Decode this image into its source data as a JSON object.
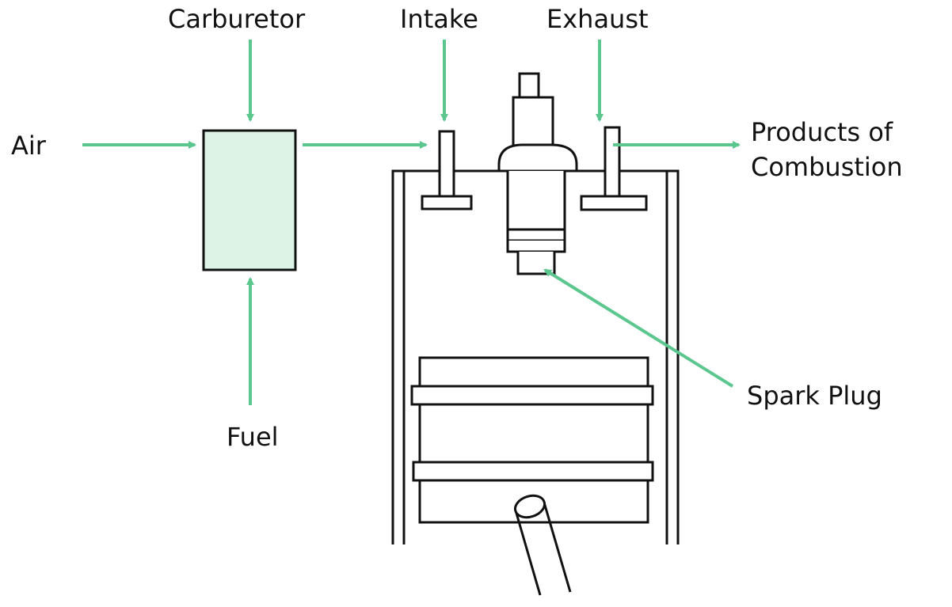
{
  "labels": {
    "carburetor": "Carburetor",
    "intake": "Intake",
    "exhaust": "Exhaust",
    "air": "Air",
    "fuel": "Fuel",
    "spark_plug": "Spark Plug",
    "products_line1": "Products of",
    "products_line2": "Combustion"
  },
  "colors": {
    "arrow": "#5bc78e",
    "carburetor_fill": "#dcf3e6",
    "outline": "#111111"
  }
}
